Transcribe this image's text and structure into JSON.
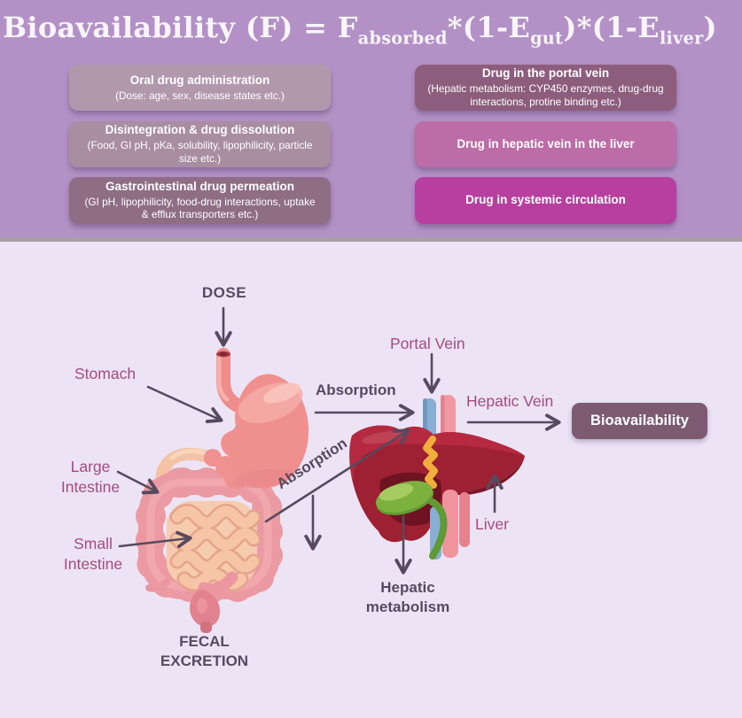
{
  "title_formula": {
    "t1": "Bioavailability (F) = F",
    "sub1": "absorbed",
    "t2": "*(1-E",
    "sub2": "gut",
    "t3": ")*(1-E",
    "sub3": "liver",
    "t4": ")"
  },
  "flow_boxes": {
    "left": [
      {
        "title": "Oral drug administration",
        "subtitle": "(Dose: age, sex, disease states etc.)",
        "color": "#b298ac"
      },
      {
        "title": "Disintegration & drug dissolution",
        "subtitle": "(Food, GI pH, pKa, solubility, lipophilicity, particle size etc.)",
        "color": "#a98da1"
      },
      {
        "title": "Gastrointestinal drug permeation",
        "subtitle": "(GI pH, lipophilicity, food-drug interactions, uptake & efflux transporters etc.)",
        "color": "#8e6d85"
      }
    ],
    "right": [
      {
        "title": "Drug in the portal vein",
        "subtitle": "(Hepatic metabolism: CYP450 enzymes, drug-drug interactions, protine binding etc.)",
        "color": "#8d5d7d"
      },
      {
        "title": "Drug in hepatic vein in the liver",
        "color": "#bc6ca6"
      },
      {
        "title": "Drug in systemic circulation",
        "color": "#b73f9f"
      }
    ]
  },
  "diagram": {
    "dose": "DOSE",
    "stomach": "Stomach",
    "large_intestine": "Large\nIntestine",
    "small_intestine": "Small\nIntestine",
    "fecal_excretion": "FECAL\nEXCRETION",
    "absorption_horizontal": "Absorption",
    "absorption_diagonal": "Absorption",
    "portal_vein": "Portal Vein",
    "hepatic_vein": "Hepatic Vein",
    "liver": "Liver",
    "hepatic_metabolism": "Hepatic\nmetabolism",
    "bioavailability": "Bioavailability"
  },
  "colors": {
    "header_bg": "#b391c6",
    "body_bg": "#ece4f5",
    "divider": "#a5a1a4",
    "arrow": "#574a5e",
    "label_magenta": "#a64a80",
    "label_dark": "#574a5e",
    "bioavailability_bg": "#7c5a71",
    "stomach_pink": "#f0908e",
    "intestine_pink": "#eb9aa3",
    "small_intestine_peach": "#f6c5a5",
    "liver_red": "#9e2033",
    "gallbladder_green": "#7cb13e",
    "vein_blue": "#8aaed3",
    "vein_pink": "#f099a1",
    "bile_yellow": "#f1ae3c"
  }
}
